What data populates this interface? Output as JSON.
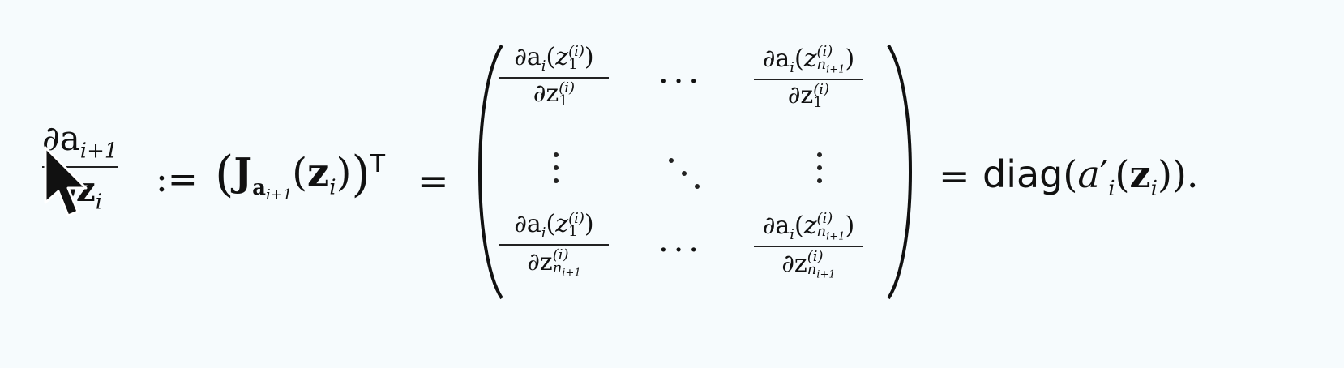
{
  "equation": {
    "lhs_num": "∂a",
    "lhs_num_sub": "i+1",
    "lhs_den": "∂z",
    "lhs_den_sub": "i",
    "defeq": ":=",
    "jac_J": "J",
    "jac_sub_a": "a",
    "jac_sub_a_sub": "i+1",
    "jac_arg": "z",
    "jac_arg_sub": "i",
    "transpose": "T",
    "eq": "=",
    "cell_num_a": "∂a",
    "cell_i": "i",
    "cell_z": "z",
    "sub_1": "1",
    "sub_n": "n",
    "sub_i1": "i+1",
    "sup_i": "(i)",
    "cell_den": "∂z",
    "hdots": "···",
    "diag_word": "diag",
    "diag_a": "a",
    "diag_prime": "′",
    "diag_i": "i",
    "diag_z": "z",
    "diag_zi": "i",
    "diag_end": ")).",
    "paren_open": "(",
    "paren_close": ")"
  },
  "colors": {
    "background": "#f6fbfd",
    "ink": "#111111",
    "cursor_fill": "#111111",
    "cursor_stroke": "#ffffff"
  },
  "icons": {
    "cursor": "mouse-pointer-icon"
  }
}
